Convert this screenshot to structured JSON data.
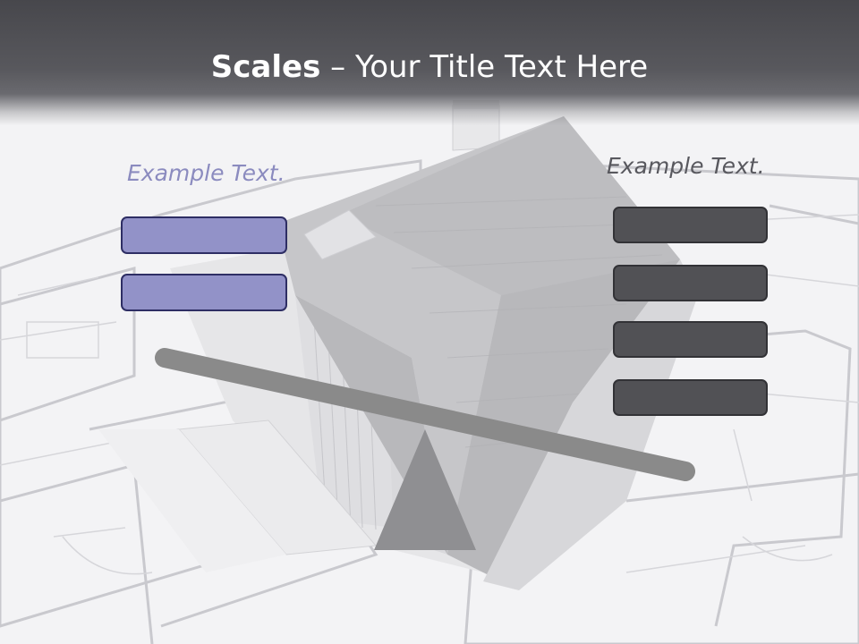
{
  "slide": {
    "title_bold": "Scales",
    "title_rest": " – Your Title Text Here",
    "left_heading": "Example Text.",
    "right_heading": "Example Text.",
    "left_boxes": [
      "",
      ""
    ],
    "right_boxes": [
      "",
      "",
      "",
      ""
    ]
  },
  "colors": {
    "header": "#4a4a4f",
    "left_accent": "#9292c8",
    "left_border": "#2e2e64",
    "right_box": "#515155",
    "beam": "#8a8a8a"
  },
  "icons": {
    "background": "house-blueprint-image",
    "scale_beam": "seesaw-beam",
    "scale_fulcrum": "triangle-fulcrum"
  }
}
